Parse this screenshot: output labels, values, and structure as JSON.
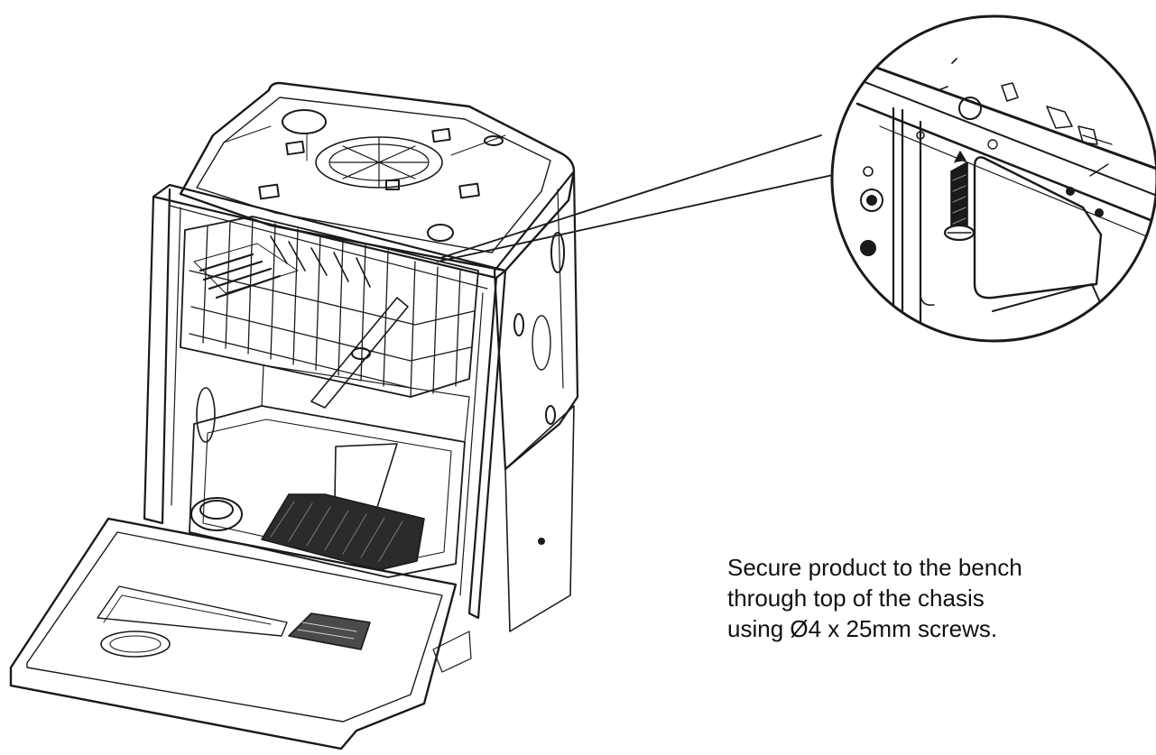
{
  "figure": {
    "subject": "built-in dishwasher with open door installation illustration",
    "detail_callout": "magnified view of screw through top of chassis",
    "line_color": "#1a1a1a",
    "background": "#ffffff"
  },
  "instruction": {
    "lines": [
      "Secure product to the bench",
      "through top of the chasis",
      "using Ø4 x 25mm screws."
    ]
  }
}
